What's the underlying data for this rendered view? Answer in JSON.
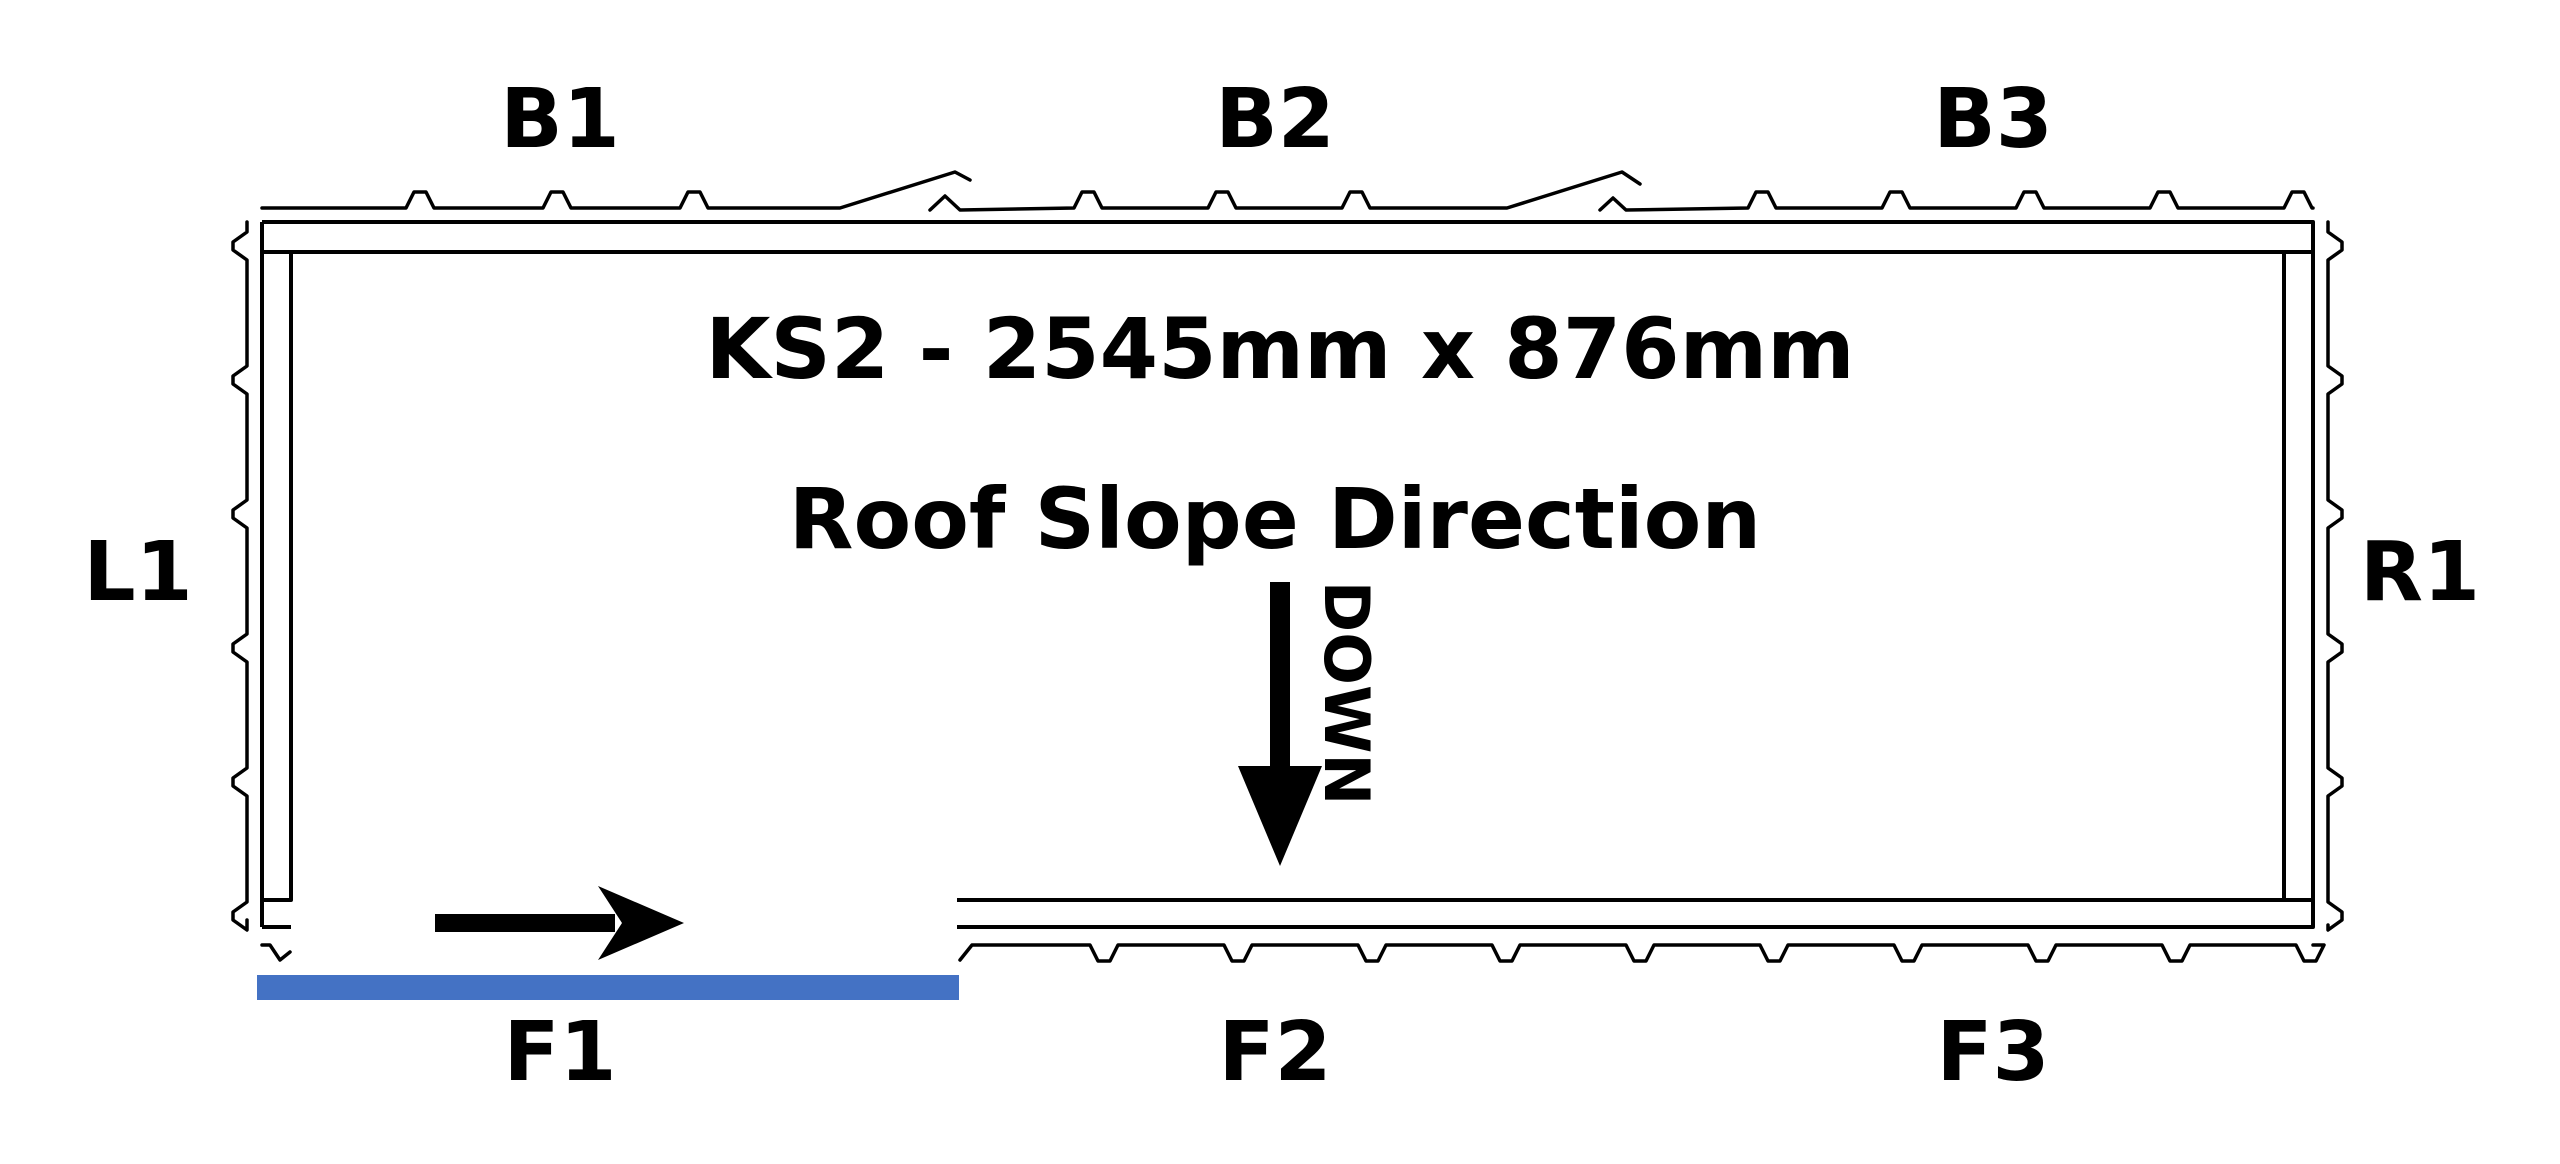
{
  "panel": {
    "title": "KS2 - 2545mm x 876mm",
    "slope_label": "Roof Slope Direction",
    "direction_label": "DOWN"
  },
  "edges": {
    "back": [
      "B1",
      "B2",
      "B3"
    ],
    "front": [
      "F1",
      "F2",
      "F3"
    ],
    "left": "L1",
    "right": "R1"
  },
  "colors": {
    "line": "#000000",
    "highlight": "#4472c4",
    "background": "#ffffff"
  },
  "icons": {
    "slope_arrow": "arrow-down-icon",
    "edge_arrow": "arrow-right-icon"
  }
}
